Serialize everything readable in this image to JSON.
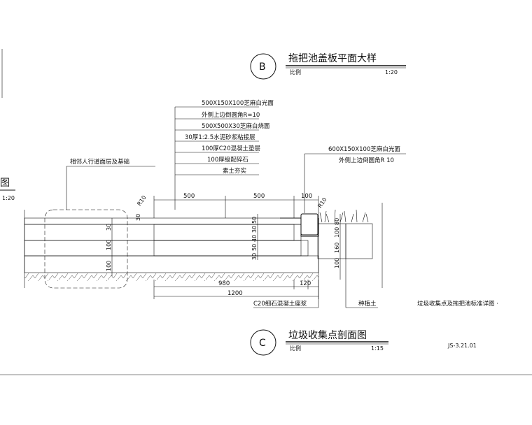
{
  "sheet": {
    "code": "JS-3.21.01",
    "partial_title_left": "图",
    "partial_scale_left": "1:20"
  },
  "title_b": {
    "letter": "B",
    "title": "拖把池盖板平面大样",
    "scale_label": "比例",
    "scale": "1:20"
  },
  "title_c": {
    "letter": "C",
    "title": "垃圾收集点剖面图",
    "scale_label": "比例",
    "scale": "1:15"
  },
  "callouts_top": [
    "500X150X100芝麻白光面",
    "外侧上边倒圆角R=10",
    "500X500X30芝麻白烧面",
    "30厚1:2.5水泥砂浆粘接层",
    "100厚C20混凝土垫层",
    "100厚级配碎石",
    "素土夯实"
  ],
  "callout_left": "相邻人行道面层及基础",
  "callout_right": [
    "600X150X100芝麻白光面",
    "外侧上边倒圆角R 10"
  ],
  "dims_top": [
    "500",
    "500",
    "100"
  ],
  "radius_labels": [
    "R10",
    "R10"
  ],
  "dims_left_small": "30",
  "dims_vertical": [
    "30",
    "100",
    "100"
  ],
  "dims_vertical_mid": [
    "50",
    "30",
    "40",
    "50",
    "30"
  ],
  "dims_right_vertical": [
    "80",
    "100",
    "160",
    "100"
  ],
  "dims_bottom": [
    "980",
    "120",
    "1200"
  ],
  "bottom_labels": {
    "concrete": "C20细石混凝土座浆",
    "soil": "种植土",
    "note": "垃圾收集点及拖把池标准详图 ·"
  }
}
